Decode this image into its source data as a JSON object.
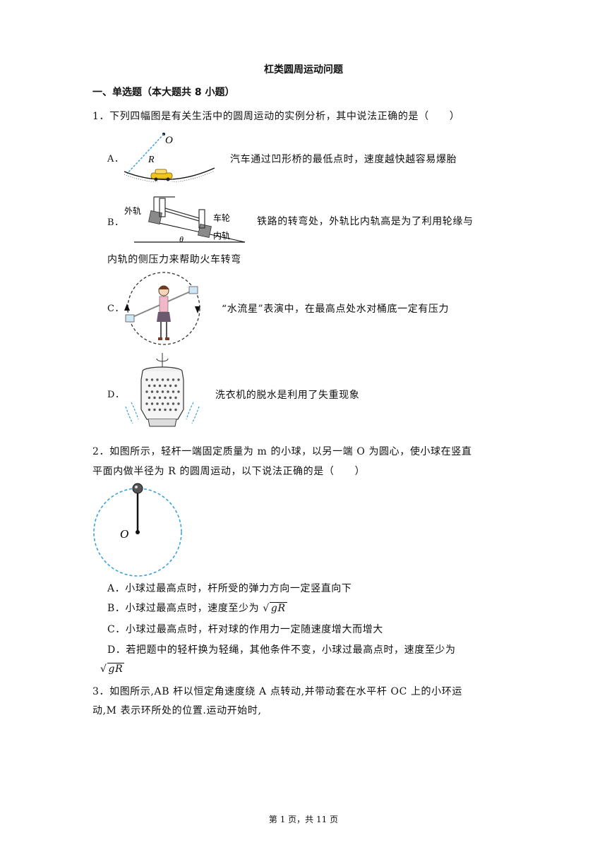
{
  "title": "杠类圆周运动问题",
  "section": "一、单选题（本大题共 8 小题）",
  "q1": {
    "stem": "1．下列四幅图是有关生活中的圆周运动的实例分析，其中说法正确的是（　　）",
    "A": {
      "label": "A．",
      "text": "汽车通过凹形桥的最低点时，速度越快越容易爆胎"
    },
    "B": {
      "label": "B．",
      "text": "铁路的转弯处，外轨比内轨高是为了利用轮缘与",
      "text2": "内轨的侧压力来帮助火车转弯"
    },
    "C": {
      "label": "C．",
      "text": "“水流星”表演中，在最高点处水对桶底一定有压力"
    },
    "D": {
      "label": "D．",
      "text": "洗衣机的脱水是利用了失重现象"
    },
    "figA": {
      "O": "O",
      "R": "R"
    },
    "figB": {
      "outer": "外轨",
      "wheel": "车轮",
      "inner": "内轨",
      "theta": "θ"
    }
  },
  "q2": {
    "line1": "2．如图所示，轻杆一端固定质量为 m 的小球，以另一端 O 为圆心，使小球在竖直",
    "line2": "平面内做半径为 R 的圆周运动，以下说法正确的是（　　）",
    "fig_O": "O",
    "A": "A．小球过最高点时，杆所受的弹力方向一定竖直向下",
    "B": "B．小球过最高点时，速度至少为",
    "C": "C．小球过最高点时，杆对球的作用力一定随速度增大而增大",
    "D1": "D．若把题中的轻杆换为轻绳，其他条件不变，小球过最高点时，速度至少为",
    "gR": "gR"
  },
  "q3": {
    "line1": "3．如图所示,AB 杆以恒定角速度绕 A 点转动,并带动套在水平杆 OC 上的小环运",
    "line2": "动,M 表示环所处的位置.运动开始时,"
  },
  "footer": "第 1 页，共 11 页"
}
